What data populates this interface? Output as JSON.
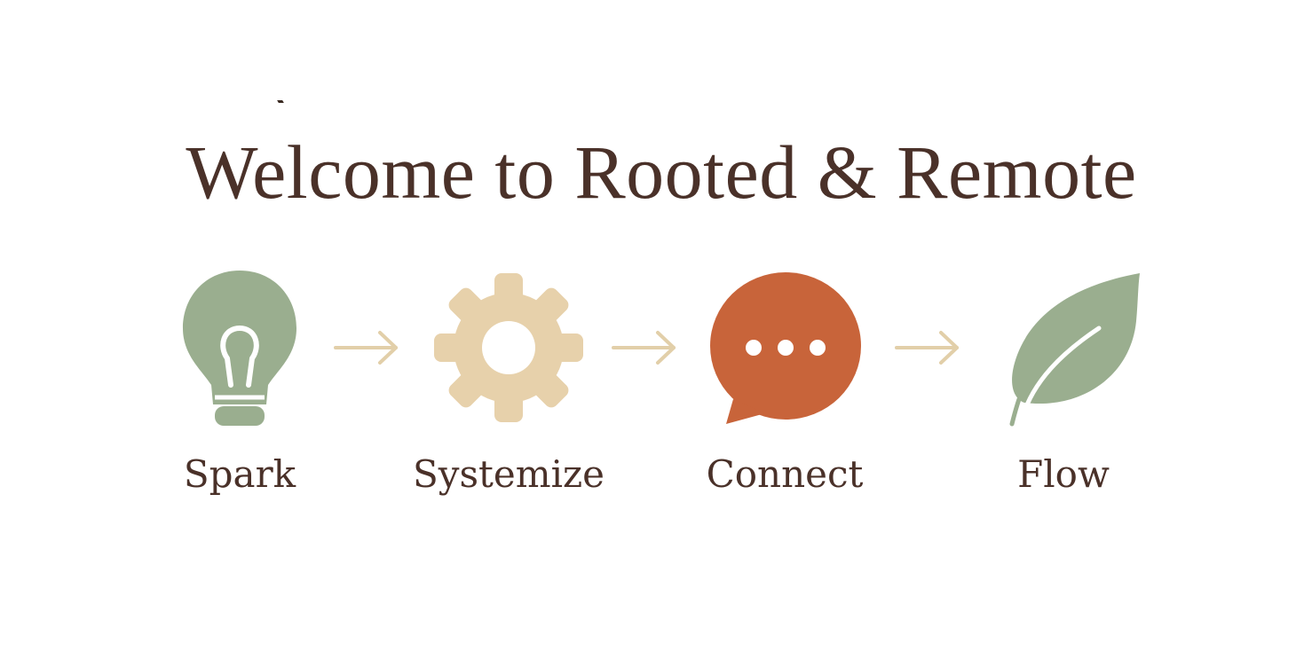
{
  "title": "Welcome to Rooted & Remote",
  "steps": [
    {
      "label": "Spark",
      "icon": "lightbulb-icon",
      "color": "#9aae8f"
    },
    {
      "label": "Systemize",
      "icon": "gear-icon",
      "color": "#e7d1ab"
    },
    {
      "label": "Connect",
      "icon": "chat-bubble-icon",
      "color": "#c8643a"
    },
    {
      "label": "Flow",
      "icon": "leaf-icon",
      "color": "#9aae8f"
    }
  ],
  "arrow_color": "#e2cfa9",
  "text_color": "#4a3129"
}
